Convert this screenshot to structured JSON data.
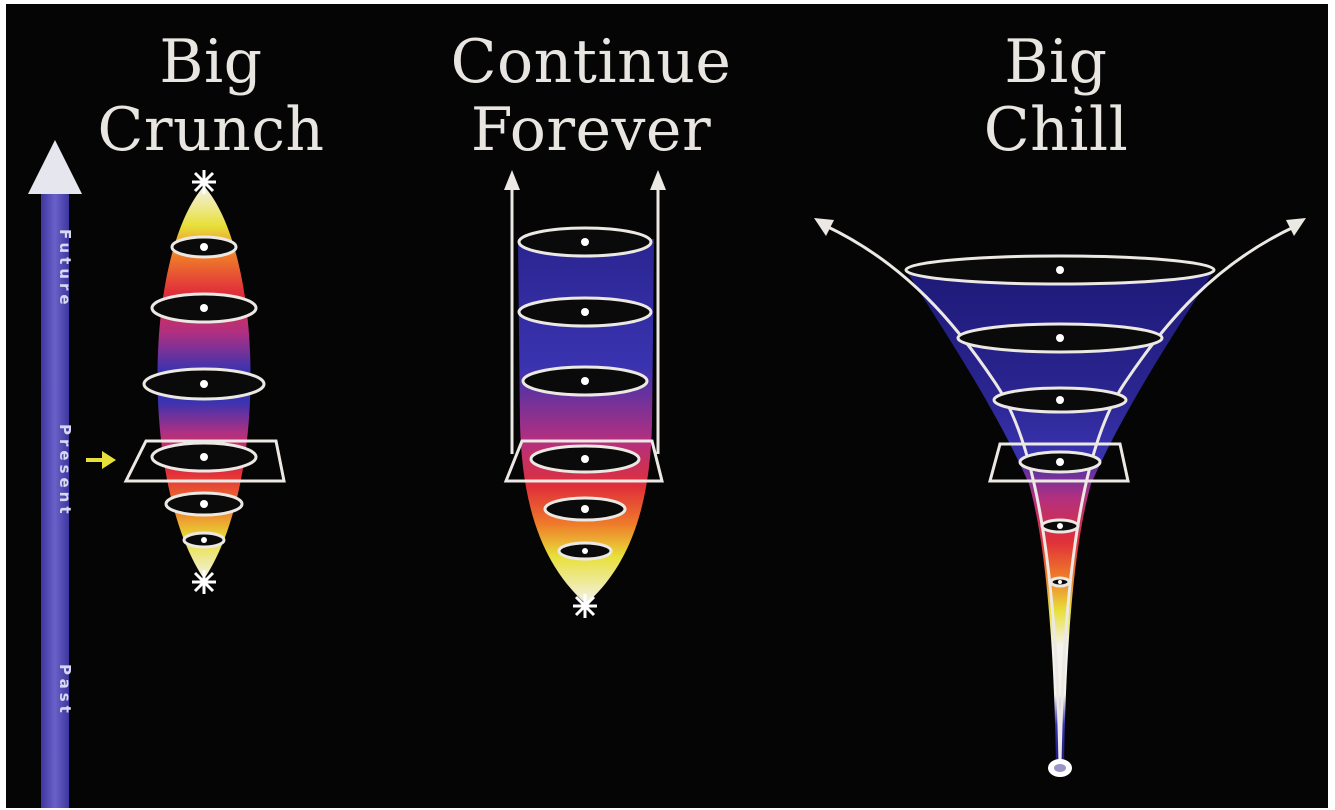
{
  "scenarios": [
    {
      "id": "big-crunch",
      "title_line1": "Big",
      "title_line2": "Crunch"
    },
    {
      "id": "continue-forever",
      "title_line1": "Continue",
      "title_line2": "Forever"
    },
    {
      "id": "big-chill",
      "title_line1": "Big",
      "title_line2": "Chill"
    }
  ],
  "time_axis": {
    "future_label": "Future",
    "present_label": "Present",
    "past_label": "Past"
  },
  "colors": {
    "background": "#050505",
    "axis": "#5a50b8",
    "white": "#f4f2ee",
    "yellow": "#e8e03a",
    "orange": "#ef7a2a",
    "red": "#e0303a",
    "magenta": "#b23080",
    "blue": "#3a33b0",
    "deep_blue": "#1e1a78"
  }
}
